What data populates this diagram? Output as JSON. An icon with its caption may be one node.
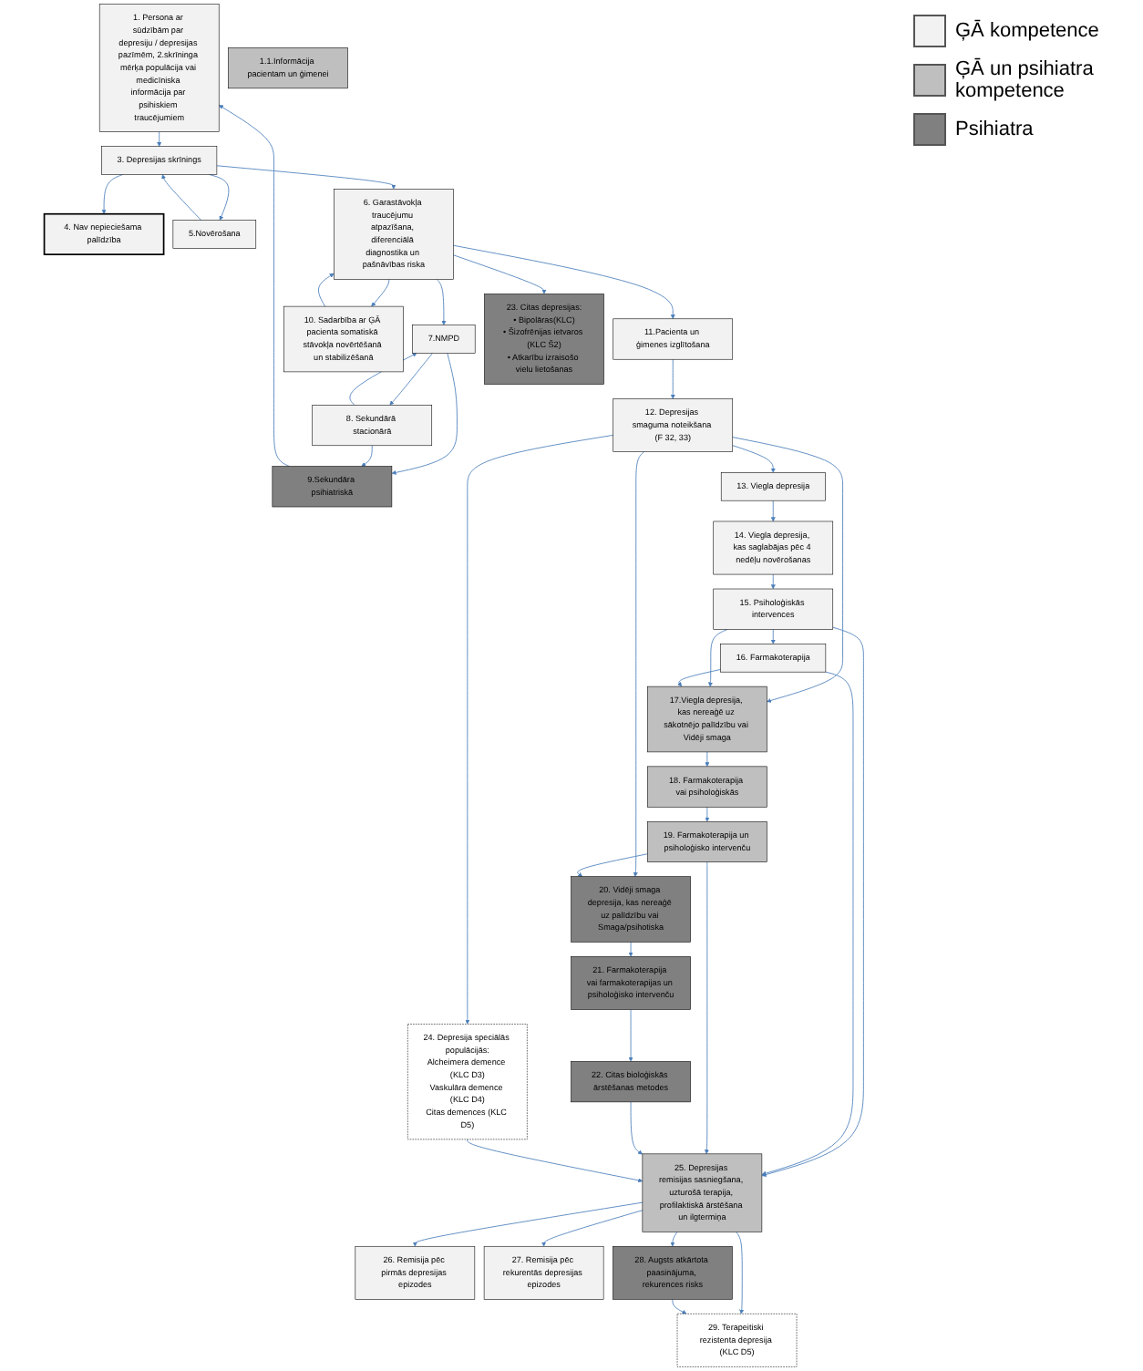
{
  "diagram": {
    "nodes": [
      {
        "text": [
          "1. Persona ar sūdzībām par depresiju / depresijas pazīmēm, 2.skrīninga mērķa populācija vai medicīniska informācija par psihiskiem traucējumiem"
        ]
      },
      {
        "text": [
          "1.1.Informācija pacientam un ģimenei"
        ]
      },
      {
        "text": [
          "3. Depresijas skrīnings"
        ]
      },
      {
        "text": [
          "4. Nav nepieciešama palīdzība"
        ]
      },
      {
        "text": [
          "5.Novērošana"
        ]
      },
      {
        "text": [
          "6. Garastāvokļa traucējumu atpazīšana, diferenciālā diagnostika un pašnāvības riska"
        ]
      },
      {
        "text": [
          "7.NMPD"
        ]
      },
      {
        "text": [
          "8. Sekundārā stacionārā"
        ]
      },
      {
        "text": [
          "9.Sekundāra psihiatriskā"
        ]
      },
      {
        "text": [
          "10. Sadarbība ar ĢĀ pacienta somatiskā stāvokļa novērtēšanā un stabilizēšanā"
        ]
      },
      {
        "text": [
          "11.Pacienta un ģimenes izglītošana"
        ]
      },
      {
        "text": [
          "12. Depresijas smaguma noteikšana (F 32, 33)"
        ]
      },
      {
        "text": [
          "23. Citas depresijas:",
          "• Bipolāras(KLC)",
          "• Šizofrēnijas ietvaros (KLC Š2)",
          "• Atkarību izraisošo vielu lietošanas"
        ]
      },
      {
        "text": [
          "13. Viegla depresija"
        ]
      },
      {
        "text": [
          "17.Viegla depresija, kas nereaģē uz sākotnējo palīdzību vai Vidēji smaga"
        ]
      },
      {
        "text": [
          "20. Vidēji smaga depresija, kas nereaģē uz palīdzību vai Smaga/psihotiska"
        ]
      },
      {
        "text": [
          "14. Viegla depresija, kas saglabājas pēc 4 nedēļu novērošanas"
        ]
      },
      {
        "text": [
          "24. Depresija speciālās populācijās:",
          "Alcheimera demence (KLC D3)",
          "Vaskulāra demence (KLC D4)",
          "Citas demences (KLC D5)"
        ]
      },
      {
        "text": [
          "18. Farmakoterapija vai psiholoģiskās"
        ]
      },
      {
        "text": [
          "21. Farmakoterapija vai farmakoterapijas un psiholoģisko intervenču"
        ]
      },
      {
        "text": [
          "15. Psiholoģiskās intervences"
        ]
      },
      {
        "text": [
          "19. Farmakoterapija un psiholoģisko intervenču"
        ]
      },
      {
        "text": [
          "16. Farmakoterapija"
        ]
      },
      {
        "text": [
          "22. Citas bioloģiskās ārstēšanas metodes"
        ]
      },
      {
        "text": [
          "25. Depresijas remisijas sasniegšana, uzturošā terapija, profilaktiskā ārstēšana un ilgtermiņa"
        ]
      },
      {
        "text": [
          "26. Remisija pēc pirmās depresijas epizodes"
        ]
      },
      {
        "text": [
          "27. Remisija pēc rekurentās depresijas epizodes"
        ]
      },
      {
        "text": [
          "29. Terapeitiski rezistenta depresija (KLC D5)"
        ]
      },
      {
        "text": [
          "28. Augsts atkārtota paasinājuma, rekurences risks"
        ]
      }
    ],
    "edges": [
      {
        "from": 0,
        "to": 2,
        "arrow": "to"
      },
      {
        "from": 2,
        "to": 3,
        "arrow": "to"
      },
      {
        "from": 2,
        "to": 4,
        "arrow": "to"
      },
      {
        "from": 4,
        "to": 2,
        "arrow": "to"
      },
      {
        "from": 2,
        "to": 5,
        "arrow": "to"
      },
      {
        "from": 5,
        "to": 6,
        "arrow": "to"
      },
      {
        "from": 6,
        "to": 7,
        "arrow": "to"
      },
      {
        "from": 7,
        "to": 6,
        "arrow": "to"
      },
      {
        "from": 6,
        "to": 8,
        "arrow": "to"
      },
      {
        "from": 7,
        "to": 8,
        "arrow": "to"
      },
      {
        "from": 8,
        "to": 0,
        "arrow": "to"
      },
      {
        "from": 5,
        "to": 9,
        "arrow": "to"
      },
      {
        "from": 9,
        "to": 5,
        "arrow": "to"
      },
      {
        "from": 5,
        "to": 10,
        "arrow": "to"
      },
      {
        "from": 5,
        "to": 12,
        "arrow": "to"
      },
      {
        "from": 10,
        "to": 11,
        "arrow": "to"
      },
      {
        "from": 11,
        "to": 13,
        "arrow": "to"
      },
      {
        "from": 11,
        "to": 14,
        "arrow": "to"
      },
      {
        "from": 11,
        "to": 15,
        "arrow": "to"
      },
      {
        "from": 11,
        "to": 17,
        "arrow": "to"
      },
      {
        "from": 13,
        "to": 16,
        "arrow": "to"
      },
      {
        "from": 16,
        "to": 20,
        "arrow": "to"
      },
      {
        "from": 20,
        "to": 14,
        "arrow": "to"
      },
      {
        "from": 20,
        "to": 22,
        "arrow": "to"
      },
      {
        "from": 20,
        "to": 24,
        "arrow": "to"
      },
      {
        "from": 22,
        "to": 14,
        "arrow": "to"
      },
      {
        "from": 22,
        "to": 24,
        "arrow": "to"
      },
      {
        "from": 14,
        "to": 18,
        "arrow": "to"
      },
      {
        "from": 18,
        "to": 21,
        "arrow": "to"
      },
      {
        "from": 21,
        "to": 15,
        "arrow": "to"
      },
      {
        "from": 21,
        "to": 24,
        "arrow": "to"
      },
      {
        "from": 15,
        "to": 19,
        "arrow": "to"
      },
      {
        "from": 19,
        "to": 23,
        "arrow": "to"
      },
      {
        "from": 23,
        "to": 24,
        "arrow": "to"
      },
      {
        "from": 17,
        "to": 24,
        "arrow": "to"
      },
      {
        "from": 24,
        "to": 25,
        "arrow": "to"
      },
      {
        "from": 24,
        "to": 26,
        "arrow": "to"
      },
      {
        "from": 24,
        "to": 28,
        "arrow": "to"
      },
      {
        "from": 24,
        "to": 27,
        "arrow": "to"
      },
      {
        "from": 28,
        "to": 27,
        "arrow": "to"
      }
    ],
    "legend": [
      {
        "text": "ĢĀ kompetence",
        "color": "#f2f2f2"
      },
      {
        "text": "ĢĀ un psihiatra kompetence",
        "color": "#bfbfbf"
      },
      {
        "text": "Psihiatra",
        "color": "#808080"
      }
    ]
  }
}
